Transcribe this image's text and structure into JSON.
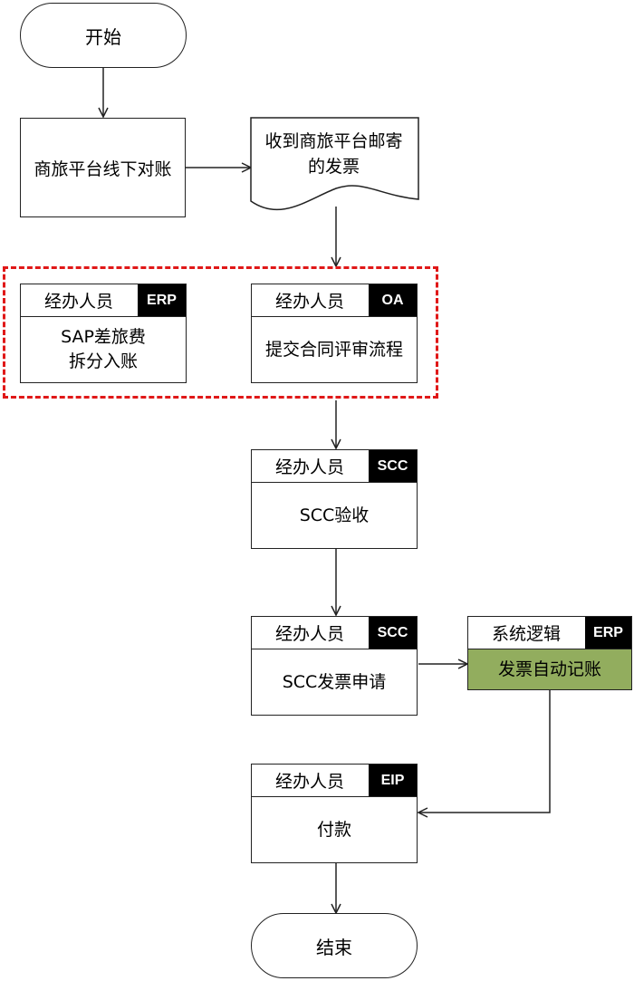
{
  "nodes": {
    "start": "开始",
    "offline_reconcile": "商旅平台线下对账",
    "receive_invoice": {
      "line1": "收到商旅平台邮寄",
      "line2": "的发票"
    },
    "sap_split": {
      "role": "经办人员",
      "tag": "ERP",
      "line1": "SAP差旅费",
      "line2": "拆分入账"
    },
    "submit_contract": {
      "role": "经办人员",
      "tag": "OA",
      "line1": "提交合同评审流程"
    },
    "scc_accept": {
      "role": "经办人员",
      "tag": "SCC",
      "line1": "SCC验收"
    },
    "scc_invoice": {
      "role": "经办人员",
      "tag": "SCC",
      "line1": "SCC发票申请"
    },
    "auto_post": {
      "role": "系统逻辑",
      "tag": "ERP",
      "line1": "发票自动记账"
    },
    "payment": {
      "role": "经办人员",
      "tag": "EIP",
      "line1": "付款"
    },
    "end": "结束"
  },
  "colors": {
    "line": "#222222",
    "tag_bg": "#000000",
    "highlight_fill": "#92ad5e",
    "group_border": "#e01818"
  }
}
